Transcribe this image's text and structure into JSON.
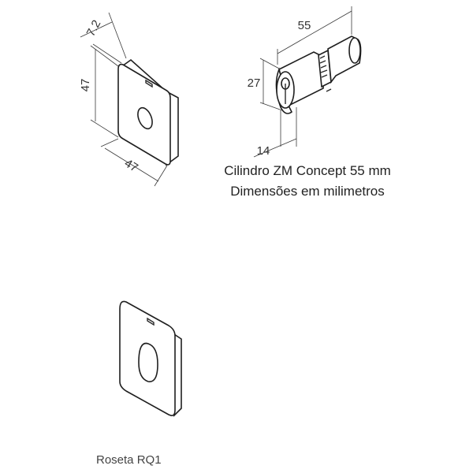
{
  "rosette_drawing": {
    "dim_depth": "7.2",
    "dim_height": "47",
    "dim_width": "47"
  },
  "cylinder_drawing": {
    "dim_length": "55",
    "dim_height": "27",
    "dim_offset": "14",
    "title": "Cilindro ZM Concept 55 mm",
    "subtitle": "Dimensões em milimetros"
  },
  "product_view": {
    "label": "Roseta RQ1"
  }
}
